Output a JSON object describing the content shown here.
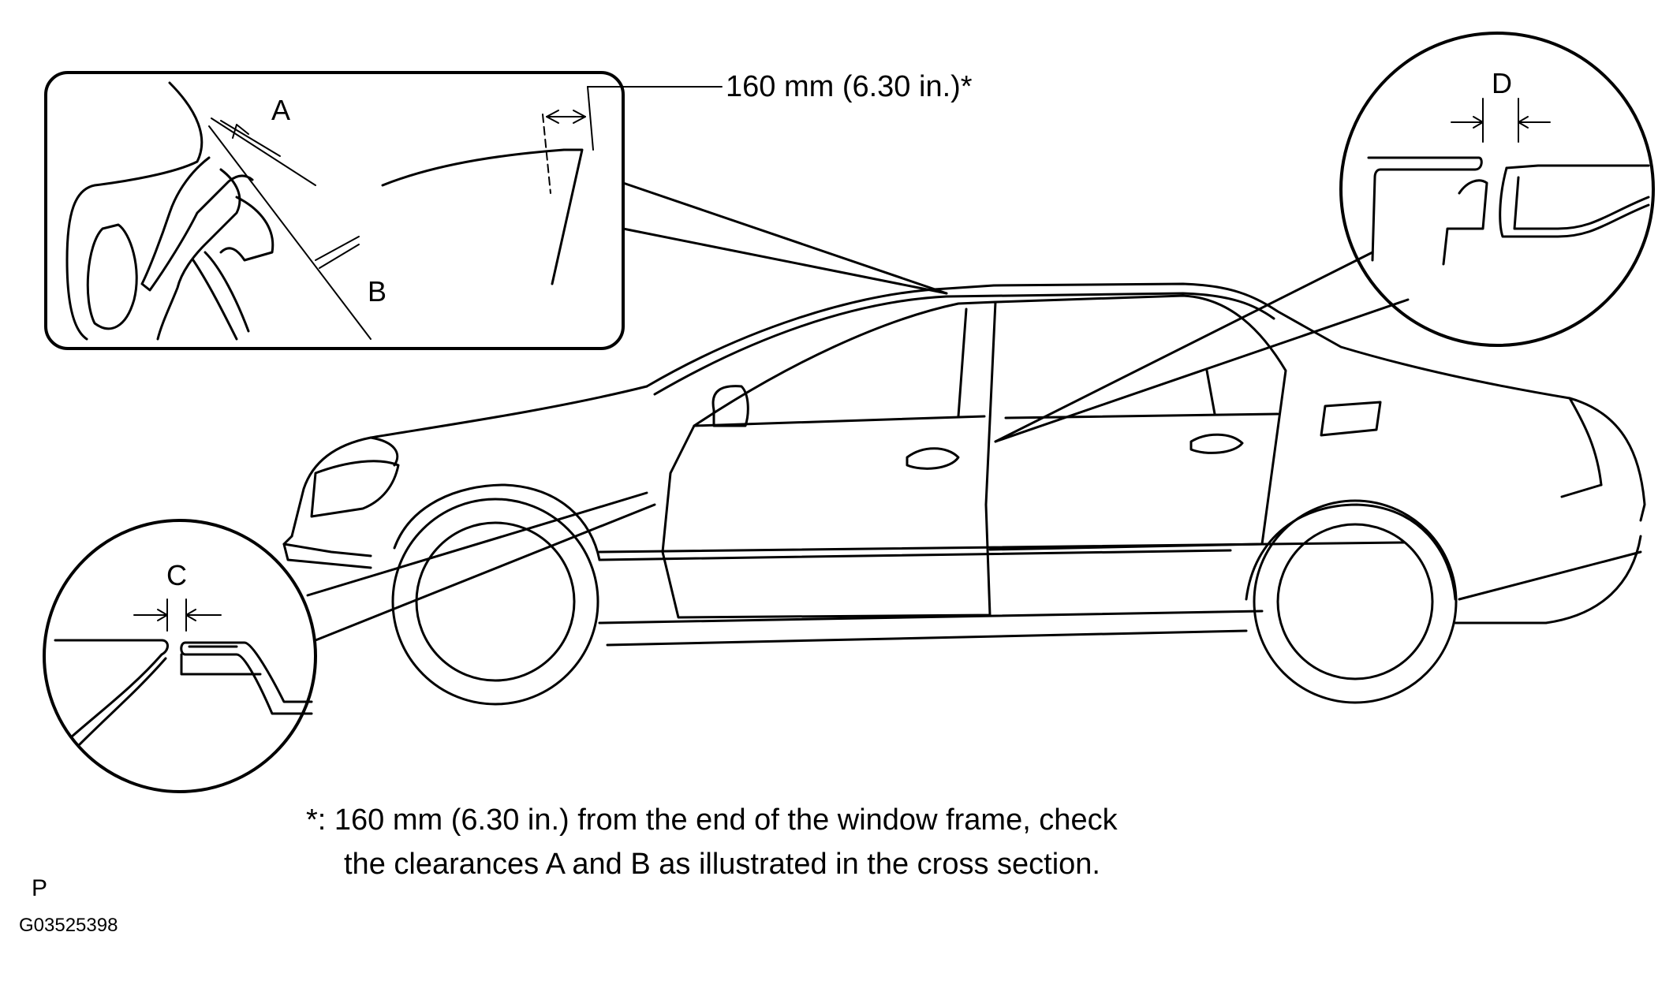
{
  "labels": {
    "clearance_a": "A",
    "clearance_b": "B",
    "clearance_c": "C",
    "clearance_d": "D",
    "dimension": "160 mm (6.30 in.)*"
  },
  "note": {
    "line1": "*: 160 mm (6.30 in.) from the end of the window frame, check",
    "line2": "the clearances A and B as illustrated in the cross section."
  },
  "footer": {
    "page_letter": "P",
    "figure_id": "G03525398"
  }
}
